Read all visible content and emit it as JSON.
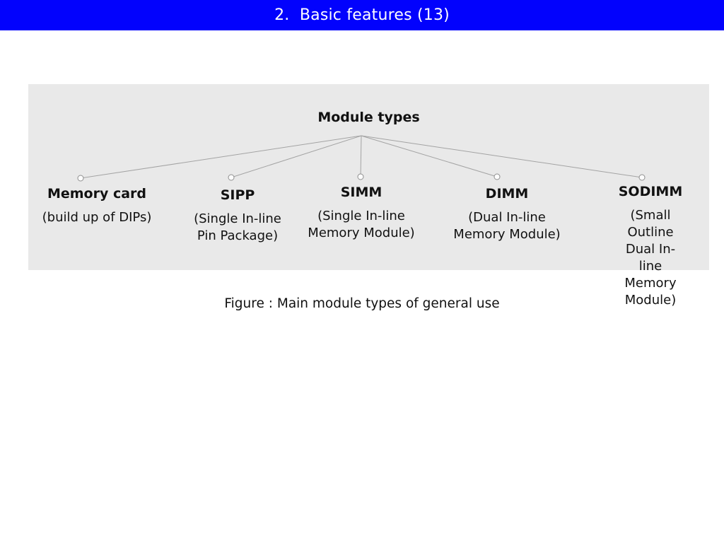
{
  "header": {
    "title": "2.  Basic features (13)"
  },
  "diagram": {
    "root_label": "Module types",
    "nodes": [
      {
        "title": "Memory card",
        "description": "(build up of DIPs)"
      },
      {
        "title": "SIPP",
        "description": "(Single In-line\nPin Package)"
      },
      {
        "title": "SIMM",
        "description": "(Single In-line\nMemory Module)"
      },
      {
        "title": "DIMM",
        "description": "(Dual In-line\nMemory Module)"
      },
      {
        "title": "SODIMM",
        "description": "(Small Outline\nDual In-line\nMemory Module)"
      }
    ]
  },
  "caption": "Figure : Main module types of general use",
  "colors": {
    "header_bg": "#0202fd",
    "panel_bg": "#e9e9e9",
    "connector_line": "#a3a3a3",
    "node_dot_stroke": "#8f8f8f",
    "node_dot_fill": "#fdfdfd",
    "text": "#111111"
  }
}
